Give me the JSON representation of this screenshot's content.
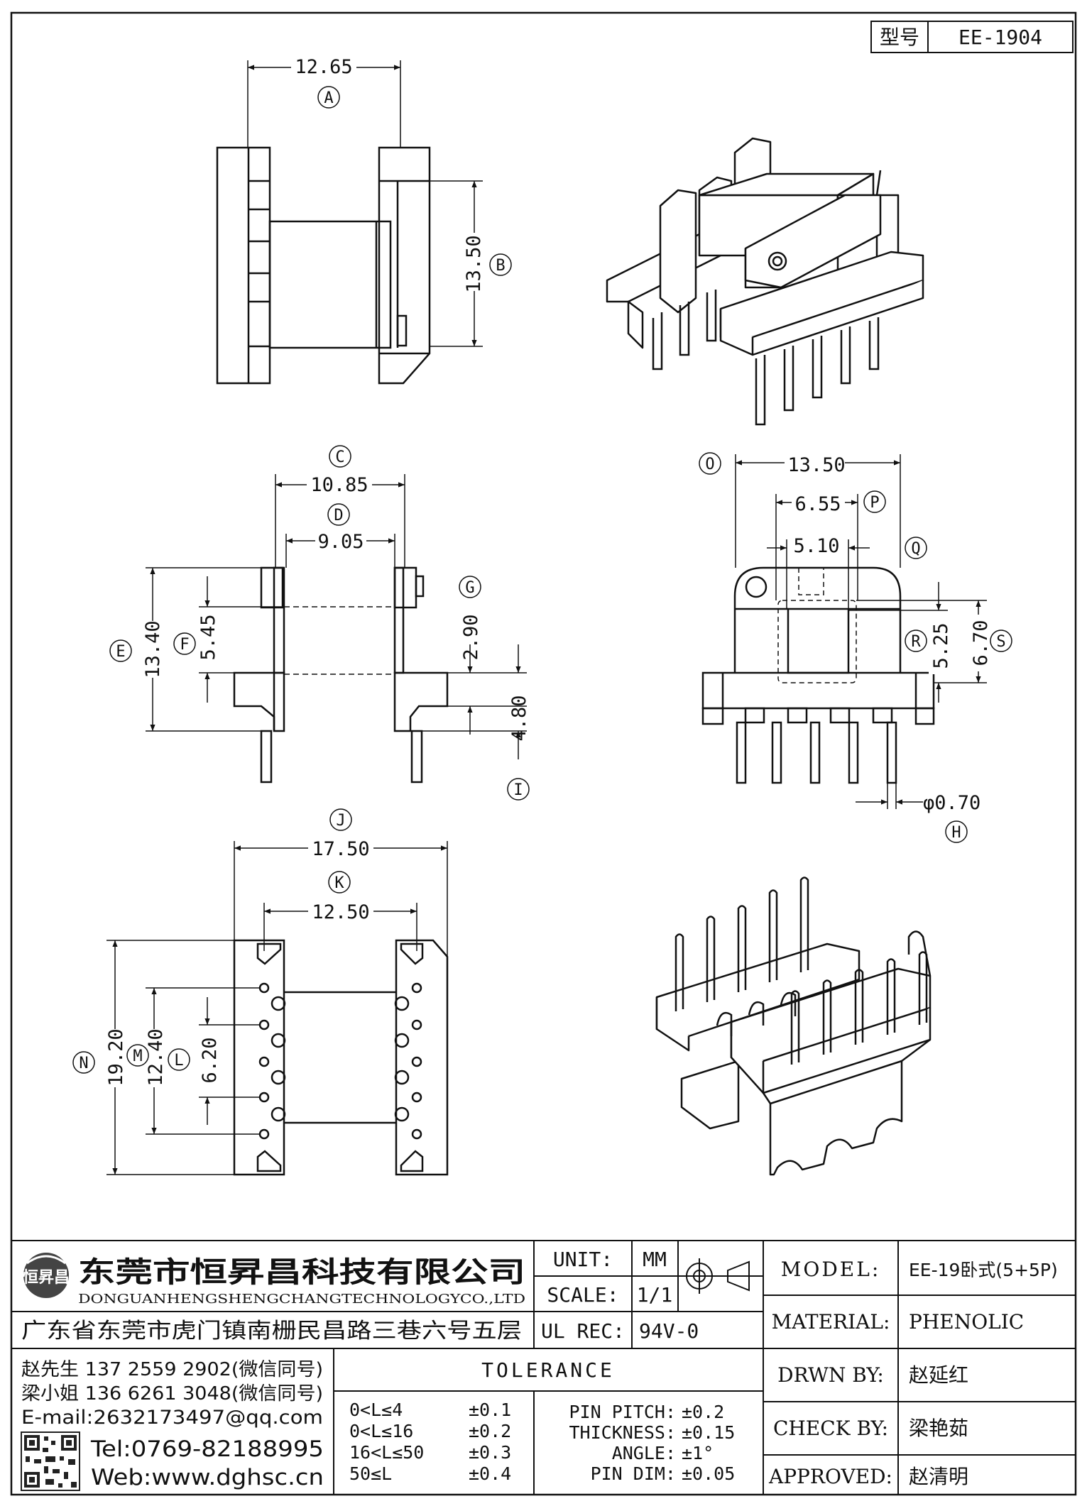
{
  "header": {
    "model_label": "型号",
    "model_value": "EE-1904"
  },
  "dimensions": {
    "a": "12.65",
    "b": "13.50",
    "c": "10.85",
    "d": "9.05",
    "e": "13.40",
    "f": "5.45",
    "g": "2.90",
    "i": "4.80",
    "o": "13.50",
    "p": "6.55",
    "q": "5.10",
    "r": "5.25",
    "s": "6.70",
    "h": "φ0.70",
    "j": "17.50",
    "k": "12.50",
    "n": "19.20",
    "m": "12.40",
    "l": "6.20"
  },
  "labels": {
    "a": "A",
    "b": "B",
    "c": "C",
    "d": "D",
    "e": "E",
    "f": "F",
    "g": "G",
    "h": "H",
    "i": "I",
    "j": "J",
    "k": "K",
    "l": "L",
    "m": "M",
    "n": "N",
    "o": "O",
    "p": "P",
    "q": "Q",
    "r": "R",
    "s": "S"
  },
  "company": {
    "name_cn": "东莞市恒昇昌科技有限公司",
    "name_en": "DONGUANHENGSHENGCHANGTECHNOLOGYCO.,LTD",
    "address": "广东省东莞市虎门镇南栅民昌路三巷六号五层",
    "contact1": "赵先生 137 2559 2902(微信同号)",
    "contact2": "梁小姐 136 6261 3048(微信同号)",
    "email": "E-mail:2632173497@qq.com",
    "tel": "Tel:0769-82188995",
    "web": "Web:www.dghsc.cn",
    "logo_text": "恒昇昌"
  },
  "spec": {
    "unit_label": "UNIT:",
    "unit_value": "MM",
    "scale_label": "SCALE:",
    "scale_value": "1/1",
    "ul_label": "UL REC:",
    "ul_value": "94V-0"
  },
  "tolerance": {
    "title": "TOLERANCE",
    "rows": [
      {
        "range": "0<L≤4",
        "value": "±0.1"
      },
      {
        "range": "0<L≤16",
        "value": "±0.2"
      },
      {
        "range": "16<L≤50",
        "value": "±0.3"
      },
      {
        "range": "50≤L",
        "value": "±0.4"
      }
    ],
    "extra": [
      {
        "label": "PIN PITCH:",
        "value": "±0.2"
      },
      {
        "label": "THICKNESS:",
        "value": "±0.15"
      },
      {
        "label": "ANGLE:",
        "value": "±1°"
      },
      {
        "label": "PIN DIM:",
        "value": "±0.05"
      }
    ]
  },
  "info": {
    "model_label": "MODEL:",
    "model_value": "EE-19卧式(5+5P)",
    "material_label": "MATERIAL:",
    "material_value": "PHENOLIC",
    "drawn_label": "DRWN BY:",
    "drawn_value": "赵延红",
    "check_label": "CHECK BY:",
    "check_value": "梁艳茹",
    "approved_label": "APPROVED:",
    "approved_value": "赵清明"
  }
}
